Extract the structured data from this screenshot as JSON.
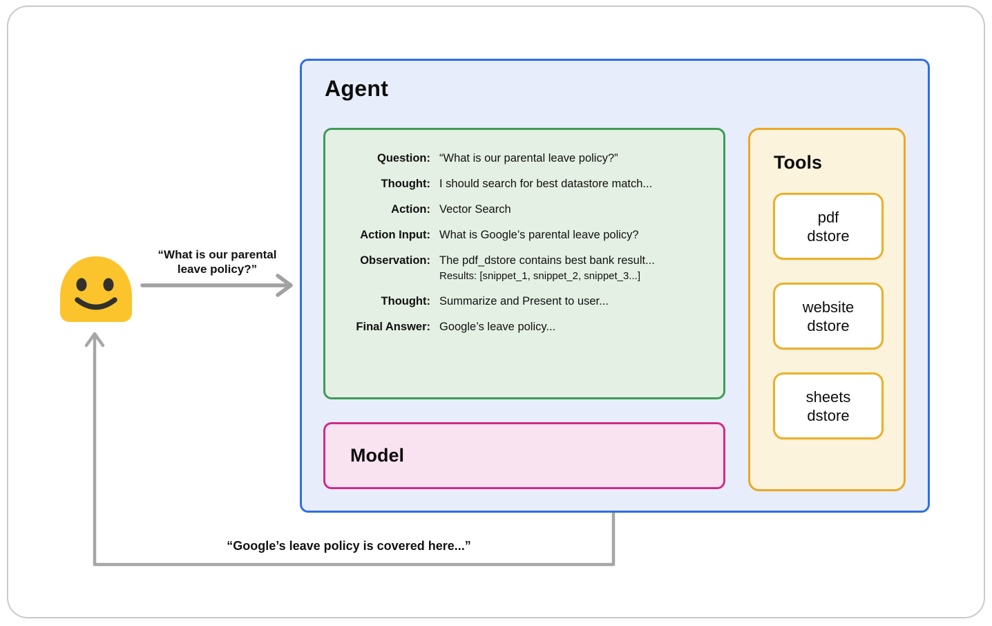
{
  "colors": {
    "agent_border": "#2d6fe4",
    "agent_fill": "#e7edfb",
    "trace_border": "#3f9b58",
    "trace_fill": "#e4f0e3",
    "tools_border": "#e9a826",
    "tools_fill": "#fbf3db",
    "tool_chip_fill": "#ffffff",
    "model_border": "#d02b87",
    "model_fill": "#fae3f1",
    "arrow_gray": "#a1a1a1",
    "dot_gray": "#8f8f8f",
    "emoji_yellow": "#fbc42d",
    "emoji_features": "#32302b"
  },
  "agent": {
    "title": "Agent"
  },
  "trace": {
    "rows": [
      {
        "label": "Question:",
        "text": "“What is our parental leave policy?”"
      },
      {
        "label": "Thought:",
        "text": "I should search for best datastore match..."
      },
      {
        "label": "Action:",
        "text": "Vector Search"
      },
      {
        "label": "Action Input:",
        "text": "What is Google’s parental leave policy?"
      },
      {
        "label": "Observation:",
        "text": "The pdf_dstore contains best bank result...",
        "sub": "Results: [snippet_1, snippet_2, snippet_3...]"
      },
      {
        "label": "Thought:",
        "text": "Summarize and Present to user..."
      },
      {
        "label": "Final Answer:",
        "text": "Google’s leave policy..."
      }
    ]
  },
  "model": {
    "title": "Model"
  },
  "tools": {
    "title": "Tools",
    "items": [
      {
        "label": "pdf\ndstore"
      },
      {
        "label": "website\ndstore"
      },
      {
        "label": "sheets\ndstore"
      }
    ]
  },
  "user": {
    "persona": "user-blob-emoji",
    "request_label": "“What is our parental\nleave policy?”",
    "response_label": "“Google’s leave policy is covered here...”"
  }
}
